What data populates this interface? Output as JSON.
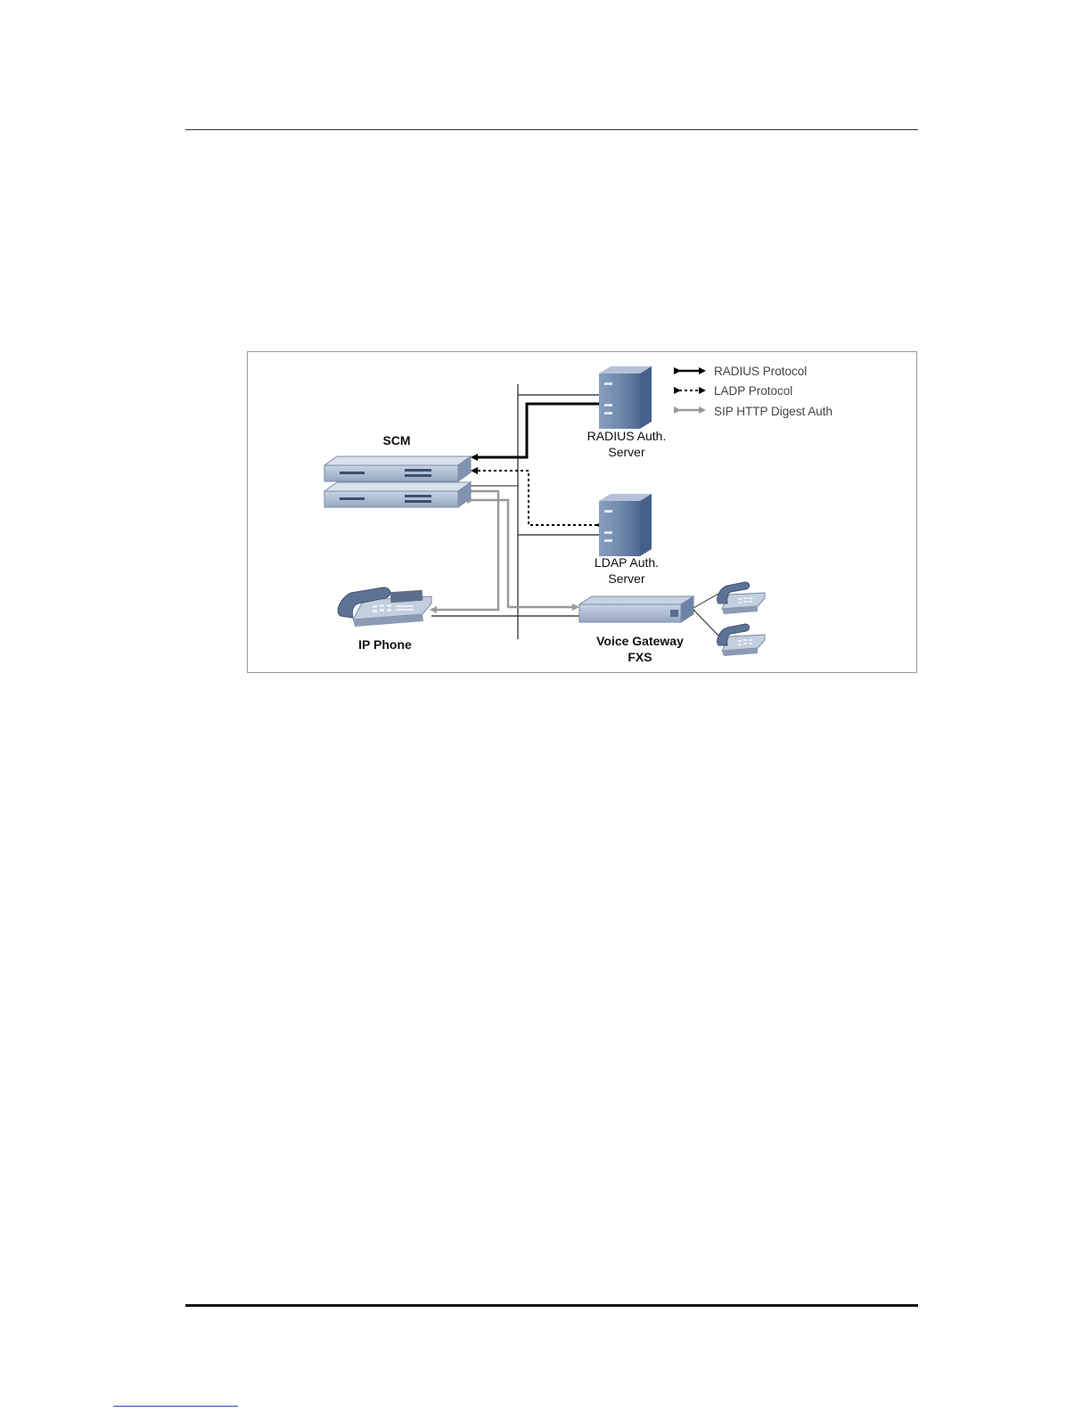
{
  "diagram": {
    "legend": [
      {
        "label": "RADIUS Protocol",
        "style": "solid-black"
      },
      {
        "label": "LADP Protocol",
        "style": "dotted-black"
      },
      {
        "label": "SIP HTTP Digest Auth",
        "style": "solid-gray"
      }
    ],
    "nodes": {
      "scm": {
        "label": "SCM"
      },
      "radius": {
        "line1": "RADIUS Auth.",
        "line2": "Server"
      },
      "ldap": {
        "line1": "LDAP Auth.",
        "line2": "Server"
      },
      "ip_phone": {
        "label": "IP Phone"
      },
      "voice_gateway": {
        "line1": "Voice Gateway",
        "line2": "FXS"
      }
    },
    "colors": {
      "radius_line": "#000000",
      "ldap_line": "#000000",
      "sip_line": "#9a9a9a",
      "device_fill": "#a9b8cf",
      "server_fill": "#6f87aa"
    }
  }
}
